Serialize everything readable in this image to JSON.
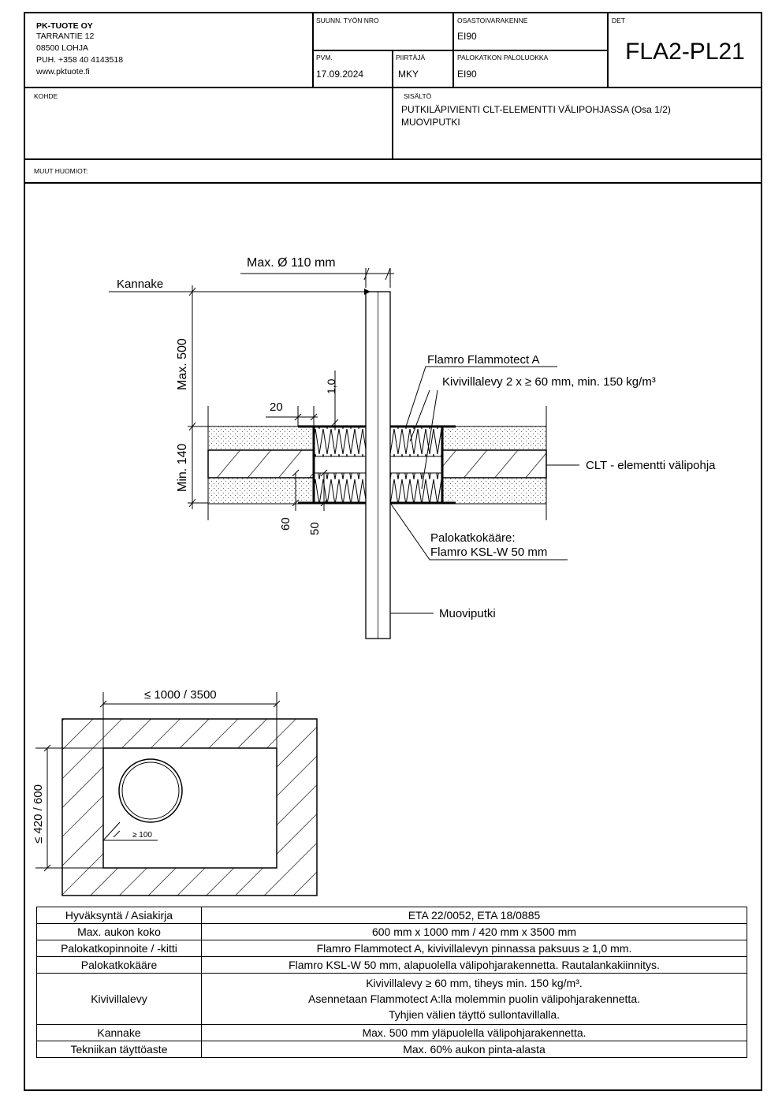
{
  "company": {
    "name": "PK-TUOTE OY",
    "street": "TARRANTIE 12",
    "city": "08500 LOHJA",
    "phone": "PUH. +358 40 4143518",
    "web": "www.pktuote.fi"
  },
  "header": {
    "suunn_label": "SUUNN. TYÖN NRO",
    "suunn_value": "",
    "osasto_label": "OSASTOIVARAKENNE",
    "osasto_value": "EI90",
    "det_label": "DET",
    "det_value": "FLA2-PL21",
    "pvm_label": "PVM.",
    "pvm_value": "17.09.2024",
    "piirtaja_label": "PIIRTÄJÄ",
    "piirtaja_value": "MKY",
    "paloluokka_label": "PALOKATKON PALOLUOKKA",
    "paloluokka_value": "EI90",
    "kohde_label": "KOHDE",
    "kohde_value": "",
    "sisalto_label": "SISÄLTÖ",
    "sisalto_line1": "PUTKILÄPIVIENTI CLT-ELEMENTTI VÄLIPOHJASSA (Osa 1/2)",
    "sisalto_line2": "MUOVIPUTKI",
    "muut_label": "MUUT HUOMIOT:",
    "muut_value": ""
  },
  "section": {
    "dim_diameter": "Max. Ø 110 mm",
    "kannake": "Kannake",
    "dim_max500": "Max. 500",
    "dim_min140": "Min. 140",
    "dim_20": "20",
    "dim_10": "1,0",
    "dim_60": "60",
    "dim_50": "50",
    "flammotect": "Flamro Flammotect A",
    "kivivilla": "Kivivillalevy 2 x ≥ 60 mm, min. 150 kg/m³",
    "clt": "CLT - elementti välipohja",
    "palokatko_line1": "Palokatkokääre:",
    "palokatko_line2": "Flamro KSL-W 50 mm",
    "muoviputki": "Muoviputki"
  },
  "plan": {
    "dim_width": "≤ 1000 / 3500",
    "dim_height": "≤ 420 / 600",
    "dim_100": "≥ 100"
  },
  "spec_table": [
    {
      "key": "Hyväksyntä / Asiakirja",
      "lines": [
        "ETA 22/0052, ETA 18/0885"
      ]
    },
    {
      "key": "Max. aukon koko",
      "lines": [
        "600 mm x 1000 mm / 420 mm x 3500 mm"
      ]
    },
    {
      "key": "Palokatkopinnoite / -kitti",
      "lines": [
        "Flamro Flammotect A, kivivillalevyn pinnassa paksuus ≥ 1,0 mm."
      ]
    },
    {
      "key": "Palokatkokääre",
      "lines": [
        "Flamro KSL-W 50 mm, alapuolella välipohjarakennetta. Rautalankakiinnitys."
      ]
    },
    {
      "key": "Kivivillalevy",
      "lines": [
        "Kivivillalevy ≥ 60 mm, tiheys min. 150 kg/m³.",
        "Asennetaan Flammotect A:lla molemmin puolin välipohjarakennetta.",
        "Tyhjien välien täyttö sullontavillalla."
      ]
    },
    {
      "key": "Kannake",
      "lines": [
        "Max. 500 mm yläpuolella välipohjarakennetta."
      ]
    },
    {
      "key": "Tekniikan täyttöaste",
      "lines": [
        "Max. 60% aukon pinta-alasta"
      ]
    }
  ]
}
